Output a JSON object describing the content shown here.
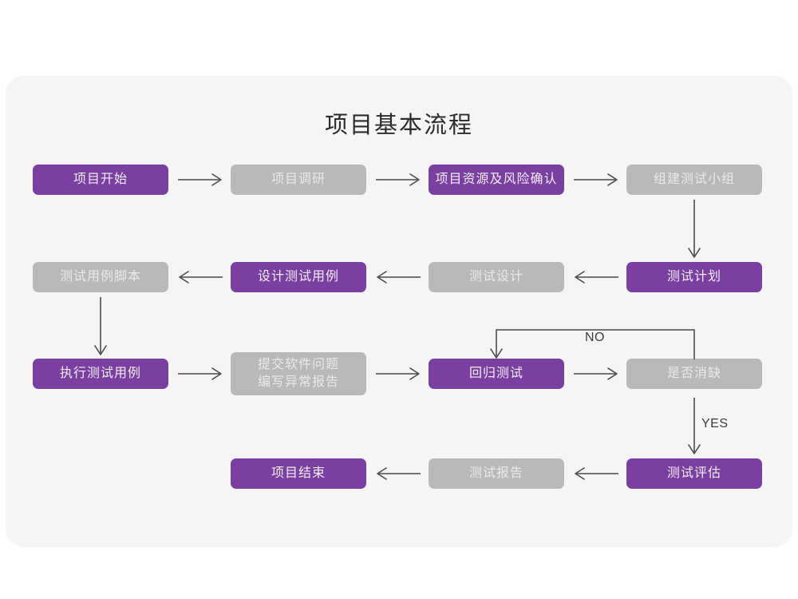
{
  "page": {
    "background_color": "#ffffff",
    "panel_color": "#f5f5f5"
  },
  "chart_data": {
    "type": "diagram",
    "title": "项目基本流程",
    "colors": {
      "purple": "#7a3fa0",
      "gray": "#b9b9b9",
      "purple_text": "#f2eef5",
      "gray_text": "#e9e9e9",
      "arrow": "#4a4a4a",
      "panel": "#f5f5f5",
      "title_text": "#2c2c2c"
    },
    "nodes": [
      {
        "id": "n1",
        "label": "项目开始",
        "style": "purple",
        "row": 1,
        "col": 1
      },
      {
        "id": "n2",
        "label": "项目调研",
        "style": "gray",
        "row": 1,
        "col": 2
      },
      {
        "id": "n3",
        "label": "项目资源及风险确认",
        "style": "purple",
        "row": 1,
        "col": 3
      },
      {
        "id": "n4",
        "label": "组建测试小组",
        "style": "gray",
        "row": 1,
        "col": 4
      },
      {
        "id": "n5",
        "label": "测试用例脚本",
        "style": "gray",
        "row": 2,
        "col": 1
      },
      {
        "id": "n6",
        "label": "设计测试用例",
        "style": "purple",
        "row": 2,
        "col": 2
      },
      {
        "id": "n7",
        "label": "测试设计",
        "style": "gray",
        "row": 2,
        "col": 3
      },
      {
        "id": "n8",
        "label": "测试计划",
        "style": "purple",
        "row": 2,
        "col": 4
      },
      {
        "id": "n9",
        "label": "执行测试用例",
        "style": "purple",
        "row": 3,
        "col": 1
      },
      {
        "id": "n10",
        "label": "提交软件问题\n编写异常报告",
        "style": "gray",
        "row": 3,
        "col": 2
      },
      {
        "id": "n11",
        "label": "回归测试",
        "style": "purple",
        "row": 3,
        "col": 3
      },
      {
        "id": "n12",
        "label": "是否消缺",
        "style": "gray",
        "row": 3,
        "col": 4
      },
      {
        "id": "n13",
        "label": "项目结束",
        "style": "purple",
        "row": 4,
        "col": 2
      },
      {
        "id": "n14",
        "label": "测试报告",
        "style": "gray",
        "row": 4,
        "col": 3
      },
      {
        "id": "n15",
        "label": "测试评估",
        "style": "purple",
        "row": 4,
        "col": 4
      }
    ],
    "edges": [
      {
        "from": "n1",
        "to": "n2",
        "label": "",
        "direction": "right"
      },
      {
        "from": "n2",
        "to": "n3",
        "label": "",
        "direction": "right"
      },
      {
        "from": "n3",
        "to": "n4",
        "label": "",
        "direction": "right"
      },
      {
        "from": "n4",
        "to": "n8",
        "label": "",
        "direction": "down"
      },
      {
        "from": "n8",
        "to": "n7",
        "label": "",
        "direction": "left"
      },
      {
        "from": "n7",
        "to": "n6",
        "label": "",
        "direction": "left"
      },
      {
        "from": "n6",
        "to": "n5",
        "label": "",
        "direction": "left"
      },
      {
        "from": "n5",
        "to": "n9",
        "label": "",
        "direction": "down"
      },
      {
        "from": "n9",
        "to": "n10",
        "label": "",
        "direction": "right"
      },
      {
        "from": "n10",
        "to": "n11",
        "label": "",
        "direction": "right"
      },
      {
        "from": "n11",
        "to": "n12",
        "label": "",
        "direction": "right"
      },
      {
        "from": "n12",
        "to": "n11",
        "label": "NO",
        "direction": "loop-up-left"
      },
      {
        "from": "n12",
        "to": "n15",
        "label": "YES",
        "direction": "down"
      },
      {
        "from": "n15",
        "to": "n14",
        "label": "",
        "direction": "left"
      },
      {
        "from": "n14",
        "to": "n13",
        "label": "",
        "direction": "left"
      }
    ],
    "edge_labels": [
      {
        "id": "no",
        "text": "NO"
      },
      {
        "id": "yes",
        "text": "YES"
      }
    ]
  }
}
